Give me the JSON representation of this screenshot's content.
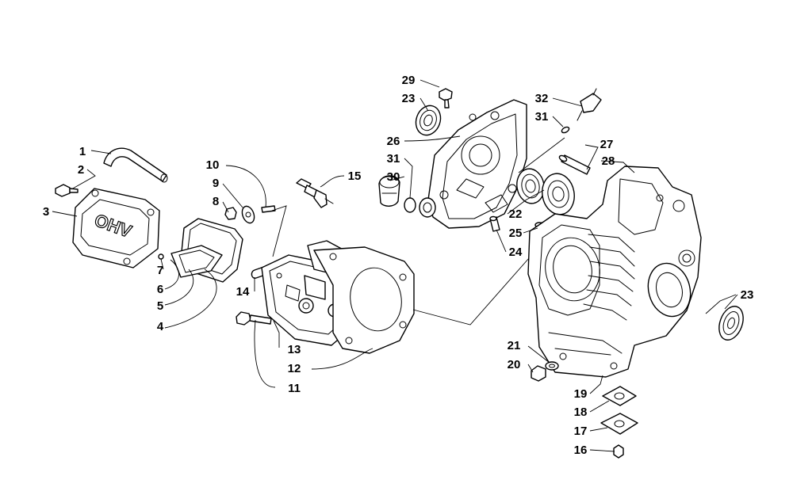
{
  "cover_lettering": "OHV",
  "callouts": [
    {
      "id": "c1",
      "label": "1"
    },
    {
      "id": "c2",
      "label": "2"
    },
    {
      "id": "c3",
      "label": "3"
    },
    {
      "id": "c4",
      "label": "4"
    },
    {
      "id": "c5",
      "label": "5"
    },
    {
      "id": "c6",
      "label": "6"
    },
    {
      "id": "c7",
      "label": "7"
    },
    {
      "id": "c8",
      "label": "8"
    },
    {
      "id": "c9",
      "label": "9"
    },
    {
      "id": "c10",
      "label": "10"
    },
    {
      "id": "c11",
      "label": "11"
    },
    {
      "id": "c12",
      "label": "12"
    },
    {
      "id": "c13",
      "label": "13"
    },
    {
      "id": "c14",
      "label": "14"
    },
    {
      "id": "c15",
      "label": "15"
    },
    {
      "id": "c16",
      "label": "16"
    },
    {
      "id": "c17",
      "label": "17"
    },
    {
      "id": "c18",
      "label": "18"
    },
    {
      "id": "c19",
      "label": "19"
    },
    {
      "id": "c20",
      "label": "20"
    },
    {
      "id": "c21",
      "label": "21"
    },
    {
      "id": "c22",
      "label": "22"
    },
    {
      "id": "c23a",
      "label": "23"
    },
    {
      "id": "c23b",
      "label": "23"
    },
    {
      "id": "c24",
      "label": "24"
    },
    {
      "id": "c25",
      "label": "25"
    },
    {
      "id": "c26",
      "label": "26"
    },
    {
      "id": "c27",
      "label": "27"
    },
    {
      "id": "c28",
      "label": "28"
    },
    {
      "id": "c29",
      "label": "29"
    },
    {
      "id": "c30",
      "label": "30"
    },
    {
      "id": "c31a",
      "label": "31"
    },
    {
      "id": "c31b",
      "label": "31"
    },
    {
      "id": "c32",
      "label": "32"
    }
  ]
}
